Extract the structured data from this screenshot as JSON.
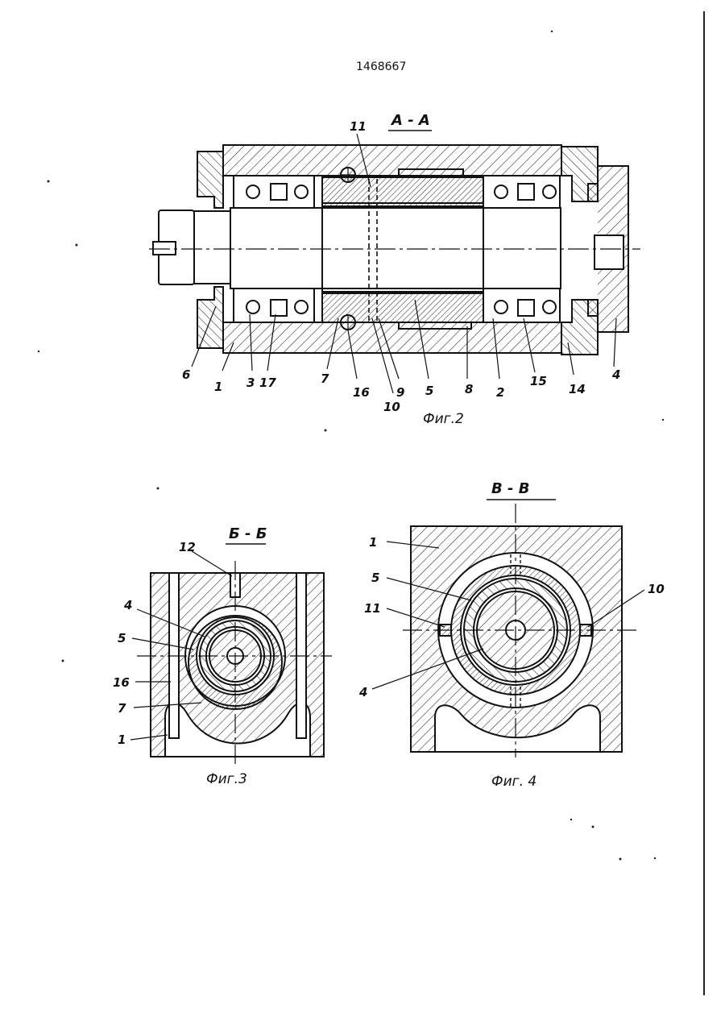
{
  "document": {
    "patent_number": "1468667"
  },
  "fig2": {
    "section_title": "А - А",
    "caption": "Фиг.2",
    "labels": [
      "11",
      "6",
      "1",
      "3",
      "17",
      "7",
      "16",
      "9",
      "10",
      "5",
      "8",
      "2",
      "15",
      "14",
      "4"
    ]
  },
  "fig3": {
    "section_title": "Б - Б",
    "caption": "Фиг.3",
    "labels": [
      "12",
      "4",
      "5",
      "16",
      "7",
      "1"
    ]
  },
  "fig4": {
    "section_title": "В - В",
    "caption": "Фиг. 4",
    "labels": [
      "1",
      "5",
      "10",
      "11",
      "4"
    ]
  }
}
